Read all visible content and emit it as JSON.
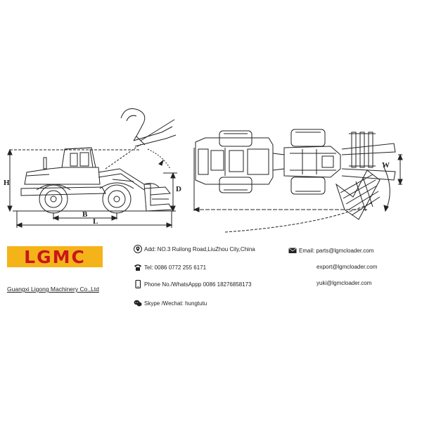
{
  "company": {
    "logo_text": "LGMC",
    "name": "Guangxi Ligong Machinery Co.,Ltd",
    "colors": {
      "logo_bg": "#f5b31a",
      "logo_text": "#c8161d",
      "line": "#222222"
    }
  },
  "dimensions": {
    "height": "H",
    "depth": "D",
    "wheelbase": "B",
    "length": "L",
    "width": "W"
  },
  "contact": {
    "address": "Add: NO.3 Ruilong Road,LiuZhou City,China",
    "tel": "Tel: 0086 0772 255 6171",
    "phone": "Phone No./WhatsAppp 0086 18276858173",
    "skype": "Skype /Wechat: hungtutu",
    "email_1": "Email: parts@lgmcloader.com",
    "email_2": "export@lgmcloader.com",
    "email_3": "yuki@lgmcloader.com"
  },
  "icons": [
    "location-pin-icon",
    "telephone-icon",
    "mobile-phone-icon",
    "chat-bubbles-icon",
    "envelope-icon"
  ]
}
